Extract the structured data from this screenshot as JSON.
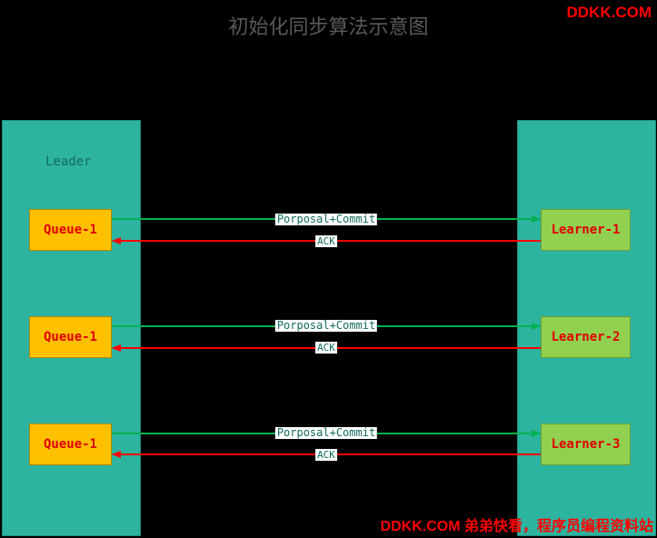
{
  "title": "初始化同步算法示意图",
  "watermark_top": "DDKK.COM",
  "watermark_bottom": "DDKK.COM 弟弟快看，程序员编程资料站",
  "leader_label": "Leader",
  "colors": {
    "background": "#000000",
    "panel": "#2db4a0",
    "queue": "#ffc000",
    "learner": "#92d050",
    "proposal_arrow": "#00b050",
    "ack_arrow": "#ff0000",
    "watermark": "#ff0000"
  },
  "rows": [
    {
      "queue": "Queue-1",
      "learner": "Learner-1",
      "proposal": "Porposal+Commit",
      "ack": "ACK"
    },
    {
      "queue": "Queue-1",
      "learner": "Learner-2",
      "proposal": "Porposal+Commit",
      "ack": "ACK"
    },
    {
      "queue": "Queue-1",
      "learner": "Learner-3",
      "proposal": "Porposal+Commit",
      "ack": "ACK"
    }
  ]
}
